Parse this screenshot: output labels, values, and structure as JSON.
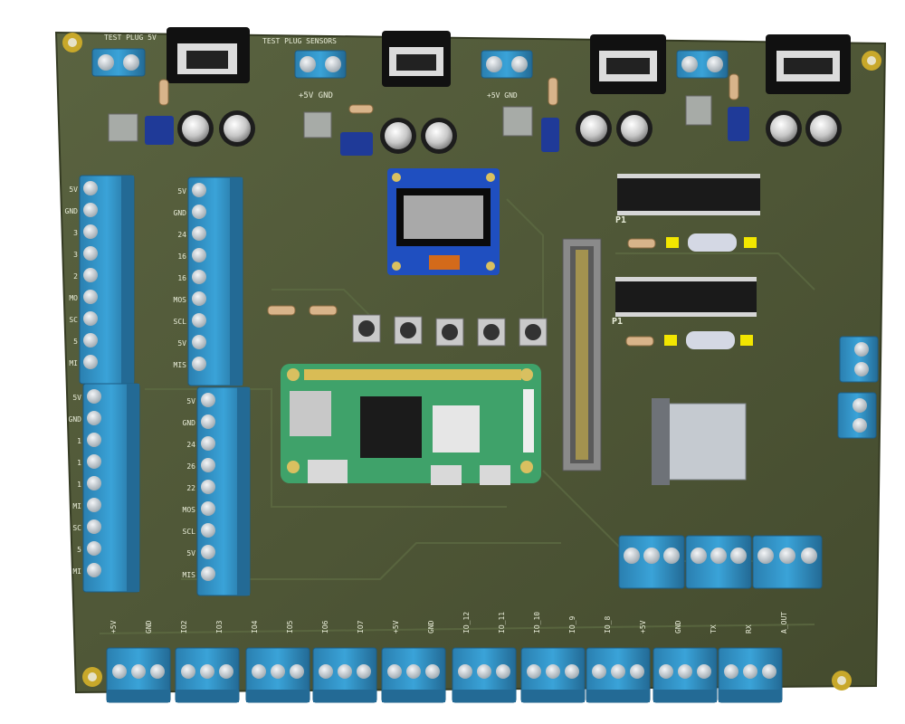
{
  "board": {
    "pcb_color": "#4d5535",
    "silk_color": "#e8ecd8",
    "terminal_color": "#2f93c8",
    "header_labels": [
      "TEST PLUG 5V",
      "TEST PLUG SENSORS"
    ],
    "power_labels": [
      "+5V GND",
      "+5V GND"
    ],
    "chip_labels": [
      "P1",
      "P1"
    ],
    "left_terminal_a": [
      "5V",
      "GND",
      "3",
      "3",
      "2",
      "MO",
      "SC",
      "5",
      "MI"
    ],
    "left_terminal_b": [
      "5V",
      "GND",
      "24",
      "16",
      "16",
      "MOS",
      "SCL",
      "5V",
      "MIS"
    ],
    "left_terminal_c": [
      "5V",
      "GND",
      "1",
      "1",
      "1",
      "MI",
      "SC",
      "5",
      "MI"
    ],
    "left_terminal_d": [
      "5V",
      "GND",
      "24",
      "26",
      "22",
      "MOS",
      "SCL",
      "5V",
      "MIS"
    ],
    "bottom_labels": [
      "+5V",
      "GND",
      "IO2",
      "IO3",
      "IO4",
      "IO5",
      "IO6",
      "IO7",
      "+5V",
      "GND",
      "IO_12",
      "IO_11",
      "IO_10",
      "IO_9",
      "IO_8",
      "+5V",
      "GND",
      "TX",
      "RX",
      "A_OUT"
    ]
  }
}
